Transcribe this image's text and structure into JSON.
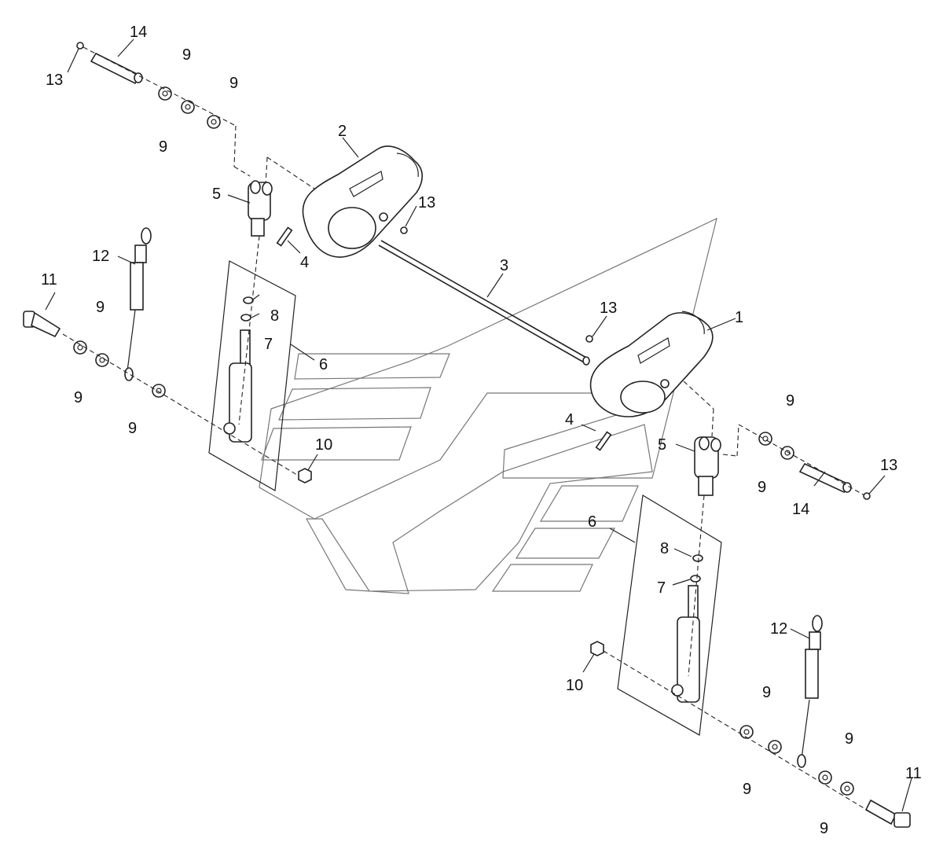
{
  "callouts": {
    "c1": "1",
    "c2": "2",
    "c3": "3",
    "c4a": "4",
    "c4b": "4",
    "c5a": "5",
    "c5b": "5",
    "c6a": "6",
    "c6b": "6",
    "c7a": "7",
    "c7b": "7",
    "c8a": "8",
    "c8b": "8",
    "c9a": "9",
    "c9b": "9",
    "c9c": "9",
    "c9d": "9",
    "c9e": "9",
    "c9f": "9",
    "c9g": "9",
    "c9h": "9",
    "c9i": "9",
    "c9j": "9",
    "c9k": "9",
    "c9l": "9",
    "c10a": "10",
    "c10b": "10",
    "c11a": "11",
    "c11b": "11",
    "c12a": "12",
    "c12b": "12",
    "c13a": "13",
    "c13b": "13",
    "c13c": "13",
    "c13d": "13",
    "c14a": "14",
    "c14b": "14"
  },
  "style": {
    "line_color": "#222222",
    "watermark_color": "#777777",
    "background": "#ffffff"
  }
}
